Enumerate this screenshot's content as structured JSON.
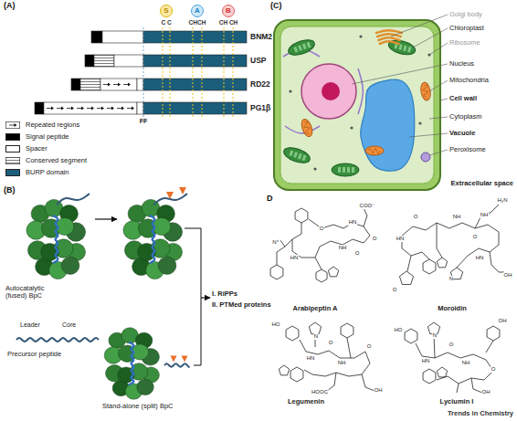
{
  "diagram": {
    "nodes": [
      {
        "text": [
          "S"
        ]
      },
      {
        "text": [
          "A"
        ]
      },
      {
        "text": [
          "B"
        ]
      },
      {
        "text": [
          "BNM2"
        ]
      },
      {
        "text": [
          "USP"
        ]
      },
      {
        "text": [
          "RD22"
        ]
      },
      {
        "text": [
          "PG1β"
        ]
      }
    ],
    "labels": [
      "(A)",
      "C C",
      "CHCH",
      "CH CH",
      "FF",
      "(C)",
      "Golgi body",
      "Chloroplast",
      "Ribosome",
      "Nucleus",
      "Mitochondria",
      "Cell wall",
      "Cytoplasm",
      "Vacuole",
      "Peroxisome",
      "Extracellular space",
      "(B)",
      "Autocatalytic (fused) BpC",
      "Leader",
      "Core",
      "Precursor peptide",
      "Stand-alone (split) BpC",
      "I. RiPPs",
      "II. PTMed proteins",
      "D",
      "Arabipeptin A",
      "Moroidin",
      "Legumenin",
      "Lyciumin I",
      "Trends in Chemistry",
      "N⁺",
      "HN",
      "O",
      "NH",
      "O",
      "HN",
      "O",
      "COO⁻",
      "H₂N",
      "NH",
      "HN",
      "O",
      "NH",
      "O",
      "N",
      "HN",
      "O",
      "OH",
      "HO",
      "N",
      "HN",
      "O",
      "NH",
      "O",
      "OH",
      "HOOC",
      "HO",
      "N",
      "HN",
      "O",
      "NH",
      "OH",
      "O",
      "OH"
    ],
    "legend": [
      {
        "text": "Repeated regions"
      },
      {
        "text": "Signal peptide",
        "color": "#000000"
      },
      {
        "text": "Spacer",
        "color": "#ffffff"
      },
      {
        "text": "Conserved segment"
      },
      {
        "text": "BURP domain",
        "color": "#1b5e7b"
      }
    ]
  }
}
